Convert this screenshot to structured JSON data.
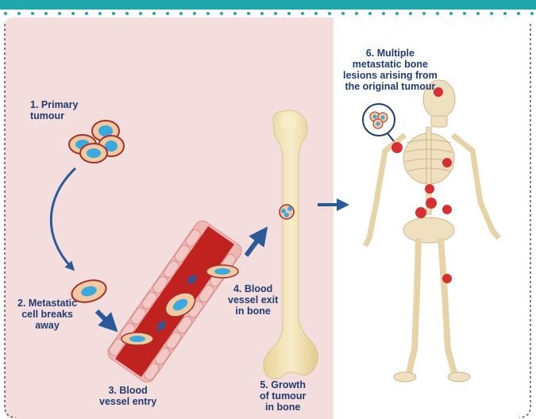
{
  "labels": {
    "step1": [
      "1. Primary",
      "tumour"
    ],
    "step2": [
      "2. Metastatic",
      "cell breaks",
      "away"
    ],
    "step3": [
      "3. Blood",
      "vessel entry"
    ],
    "step4": [
      "4. Blood",
      "vessel exit",
      "in bone"
    ],
    "step5": [
      "5. Growth",
      "of tumour",
      "in bone"
    ],
    "step6": [
      "6. Multiple",
      "metastatic bone",
      "lesions arising from",
      "the original tumour"
    ]
  },
  "colors": {
    "header": "#1fa7b0",
    "panel": "#f4dedd",
    "label_text": "#1f3b73",
    "cell_outer": "#f2c9a0",
    "cell_nucleus": "#3aa9e0",
    "cell_border": "#a3302b",
    "vessel": "#c0231f",
    "bone": "#f3e3b4",
    "lesion": "#d63030",
    "arrow": "#2a5a9a"
  },
  "icons": {
    "skeleton": "human-skeleton-icon",
    "bone": "long-bone-icon"
  }
}
